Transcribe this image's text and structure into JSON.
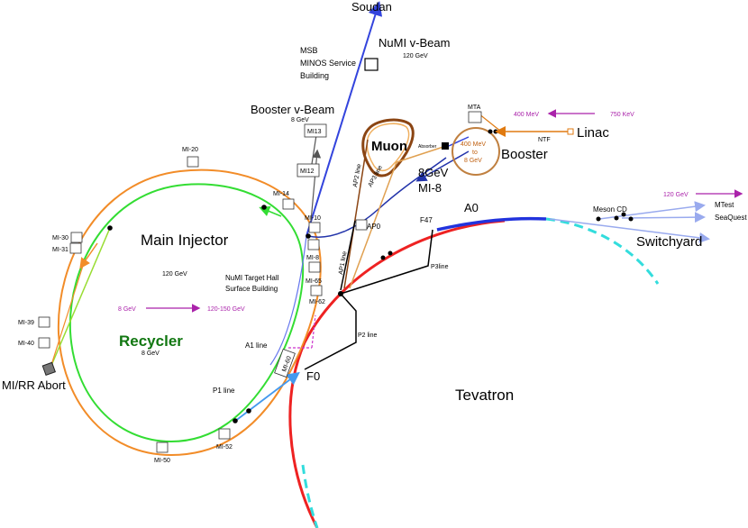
{
  "diagram": {
    "labels": {
      "soudan": "Soudan",
      "numi_beam": "NuMI v-Beam",
      "numi_energy": "120 GeV",
      "msb_1": "MSB",
      "msb_2": "MINOS Service",
      "msb_3": "Building",
      "booster_beam": "Booster v-Beam",
      "booster_beam_energy": "8 GeV",
      "mi13": "MI13",
      "mi12": "MI12",
      "muon": "Muon",
      "absorber": "Absorber",
      "ap2_line": "AP2 line",
      "ap3_line": "AP3 line",
      "ap1_line": "AP1 line",
      "ap0": "AP0",
      "mta": "MTA",
      "linac": "Linac",
      "ntf": "NTF",
      "e400mev": "400 MeV",
      "e750kev": "750 KeV",
      "booster": "Booster",
      "booster_energy_1": "400 MeV",
      "booster_energy_2": "to",
      "booster_energy_3": "8 GeV",
      "geV8": "8GeV",
      "mi8_line": "MI-8",
      "mi20": "MI-20",
      "mi14": "MI-14",
      "mi10": "MI-10",
      "mi8": "MI-8",
      "mi65": "MI-65",
      "mi62": "MI-62",
      "mi60": "MI-60",
      "mi30": "MI-30",
      "mi31": "MI-31",
      "mi39": "MI-39",
      "mi40": "MI-40",
      "mi50": "MI-50",
      "mi52": "MI-52",
      "main_injector": "Main Injector",
      "mi_energy": "120 GeV",
      "e8gev": "8 GeV",
      "e120_150": "120-150 GeV",
      "recycler": "Recycler",
      "recycler_energy": "8 GeV",
      "numi_target_1": "NuMI Target Hall",
      "numi_target_2": "Surface Building",
      "a1_line": "A1 line",
      "p1_line": "P1 line",
      "f0": "F0",
      "mirr_abort": "MI/RR Abort",
      "f47": "F47",
      "a0": "A0",
      "p3line": "P3line",
      "p2line": "P2 line",
      "tevatron": "Tevatron",
      "meson_cd": "Meson CD",
      "e120gev_sy": "120 GeV",
      "mtest": "MTest",
      "seaquest": "SeaQuest",
      "switchyard": "Switchyard"
    },
    "colors": {
      "main_injector": "#f28c28",
      "recycler": "#33dd33",
      "recycler_text": "#117711",
      "tevatron": "#ee2222",
      "tevatron_dashed": "#33dddd",
      "a0_arc": "#2233dd",
      "numi": "#3344dd",
      "energy_arrow": "#aa22aa",
      "switchyard_lines": "#99aaee",
      "p1_line": "#4499ee",
      "mi8_line": "#2233aa",
      "linac_line": "#e07a10",
      "abort_line": "#99dd33"
    }
  }
}
